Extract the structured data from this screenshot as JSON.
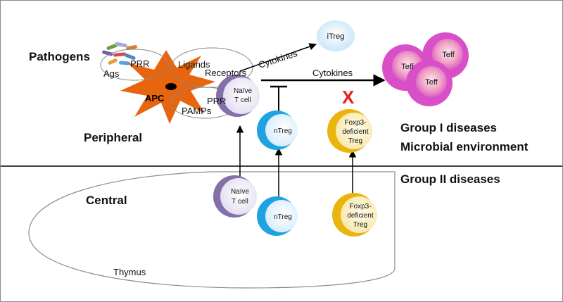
{
  "labels": {
    "pathogens": "Pathogens",
    "ags": "Ags",
    "prr_top": "PRR",
    "ligands": "Ligands",
    "receptors": "Receptors",
    "apc": "APC",
    "pamps": "PAMPs",
    "prr_bottom": "PRR",
    "cytokines_up": "Cytokines",
    "cytokines_right": "Cytokines",
    "peripheral": "Peripheral",
    "central": "Central",
    "thymus": "Thymus",
    "group1_line1": "Group I diseases",
    "group1_line2": "Microbial environment",
    "group2": "Group II diseases",
    "blocked_mark": "X"
  },
  "cells": {
    "itreg": "iTreg",
    "teff": "Teff",
    "naive_line1": "Naïve",
    "naive_line2": "T cell",
    "ntreg": "nTreg",
    "foxp3_line1": "Foxp3-",
    "foxp3_line2": "deficient",
    "foxp3_line3": "Treg"
  },
  "colors": {
    "apc": "#e8650f",
    "teff": "#d94fc8",
    "itreg": "#c9e6f7",
    "ntreg": "#1fa3e0",
    "foxp3": "#e9b40c",
    "naive": "#8470a8",
    "blocked": "#e2231a"
  }
}
